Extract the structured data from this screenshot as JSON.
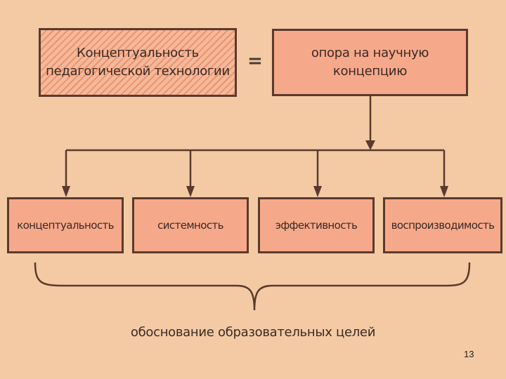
{
  "top_left": {
    "line1": "Концептуальность",
    "line2": "педагогической технологии"
  },
  "equals_sign": "=",
  "top_right": {
    "line1": "опора на научную",
    "line2": "концепцию"
  },
  "items": [
    "концептуальность",
    "системность",
    "эффективность",
    "воспроизводимость"
  ],
  "footer": "обоснование образовательных целей",
  "page_number": "13"
}
